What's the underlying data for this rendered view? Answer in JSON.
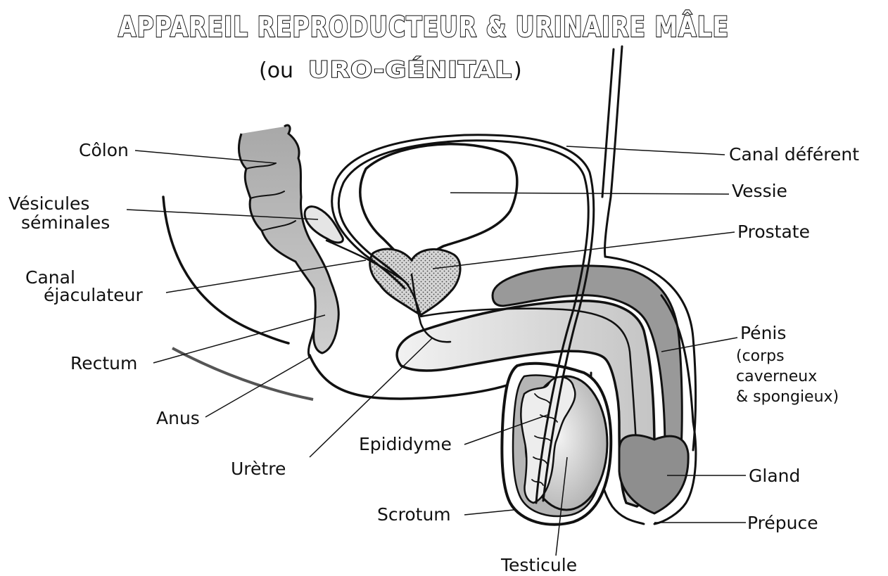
{
  "title": {
    "main": "APPAREIL REPRODUCTEUR & URINAIRE MÂLE",
    "sub_open": "(ou",
    "sub_word": "URO-GÉNITAL",
    "sub_close": ")"
  },
  "labels": {
    "colon": "Côlon",
    "vesicules_1": "Vésicules",
    "vesicules_2": "séminales",
    "canal_ej_1": "Canal",
    "canal_ej_2": "éjaculateur",
    "rectum": "Rectum",
    "anus": "Anus",
    "uretre": "Urètre",
    "epididyme": "Epididyme",
    "scrotum": "Scrotum",
    "testicule": "Testicule",
    "canal_deferent": "Canal déférent",
    "vessie": "Vessie",
    "prostate": "Prostate",
    "penis_1": "Pénis",
    "penis_2": "(corps",
    "penis_3": "caverneux",
    "penis_4": "& spongieux)",
    "gland": "Gland",
    "prepuce": "Prépuce"
  },
  "colors": {
    "ink": "#111111",
    "tissue": "#b9b9b9",
    "tissue_light": "#dedede",
    "tissue_dark": "#8f8f8f"
  }
}
